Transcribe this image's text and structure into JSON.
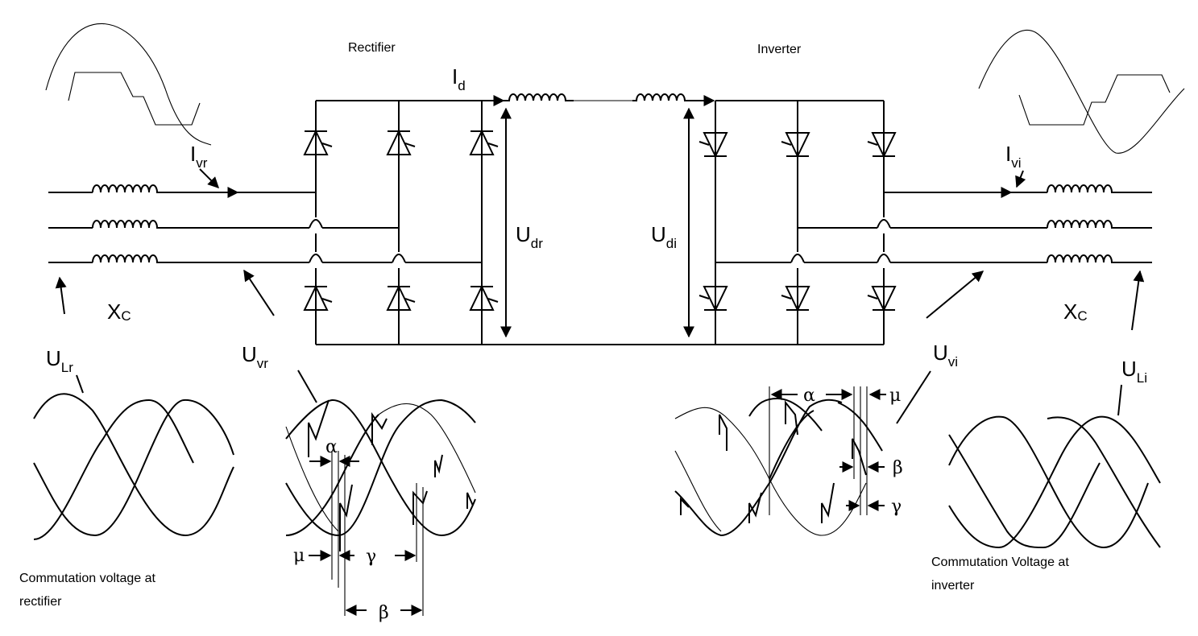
{
  "titles": {
    "rectifier": "Rectifier",
    "inverter": "Inverter"
  },
  "labels": {
    "id_main": "I",
    "id_sub": "d",
    "ivr_main": "I",
    "ivr_sub": "vr",
    "ivi_main": "I",
    "ivi_sub": "vi",
    "udr_main": "U",
    "udr_sub": "dr",
    "udi_main": "U",
    "udi_sub": "di",
    "xc_left_main": "X",
    "xc_left_sub": "C",
    "xc_right_main": "X",
    "xc_right_sub": "C",
    "ulr_main": "U",
    "ulr_sub": "Lr",
    "uvr_main": "U",
    "uvr_sub": "vr",
    "uvi_main": "U",
    "uvi_sub": "vi",
    "uli_main": "U",
    "uli_sub": "Li"
  },
  "angles": {
    "alpha": "α",
    "beta": "β",
    "gamma": "γ",
    "mu": "μ"
  },
  "captions": {
    "rectifier_line1": "Commutation voltage at",
    "rectifier_line2": "rectifier",
    "inverter_line1": "Commutation Voltage at",
    "inverter_line2": "inverter"
  }
}
